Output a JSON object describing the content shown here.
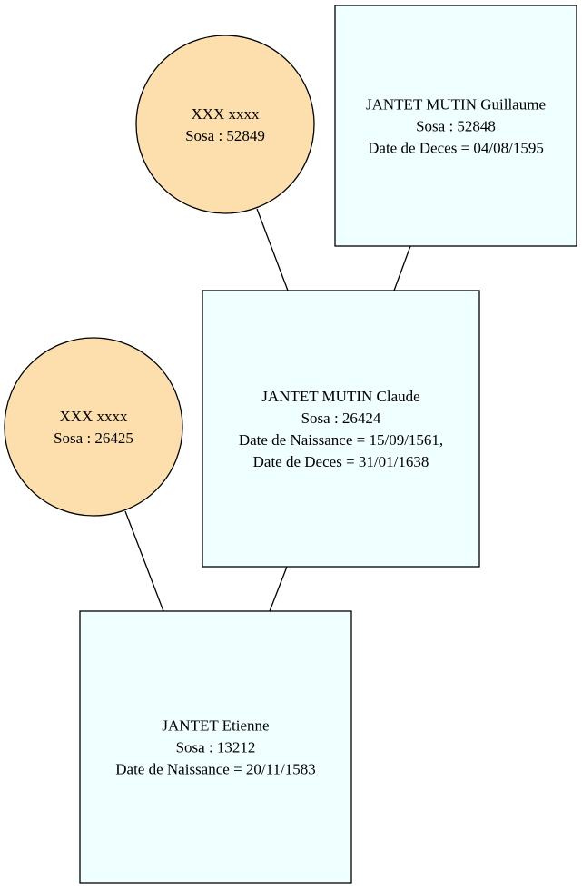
{
  "colors": {
    "person_fill": "#F0FFFF",
    "unknown_fill": "#FDDFAE",
    "stroke": "#000000"
  },
  "nodes": [
    {
      "id": "n52849",
      "shape": "circle",
      "lines": [
        "XXX xxxx",
        "Sosa : 52849"
      ]
    },
    {
      "id": "n52848",
      "shape": "box",
      "lines": [
        "JANTET MUTIN Guillaume",
        "Sosa : 52848",
        "Date de Deces = 04/08/1595"
      ]
    },
    {
      "id": "n26424",
      "shape": "box",
      "lines": [
        "JANTET MUTIN Claude",
        "Sosa : 26424",
        "Date de Naissance = 15/09/1561,",
        "Date de Deces = 31/01/1638"
      ]
    },
    {
      "id": "n26425",
      "shape": "circle",
      "lines": [
        "XXX xxxx",
        "Sosa : 26425"
      ]
    },
    {
      "id": "n13212",
      "shape": "box",
      "lines": [
        "JANTET Etienne",
        "Sosa : 13212",
        "Date de Naissance = 20/11/1583"
      ]
    }
  ],
  "edges": [
    {
      "from": "n52849",
      "to": "n26424"
    },
    {
      "from": "n52848",
      "to": "n26424"
    },
    {
      "from": "n26425",
      "to": "n13212"
    },
    {
      "from": "n26424",
      "to": "n13212"
    }
  ]
}
